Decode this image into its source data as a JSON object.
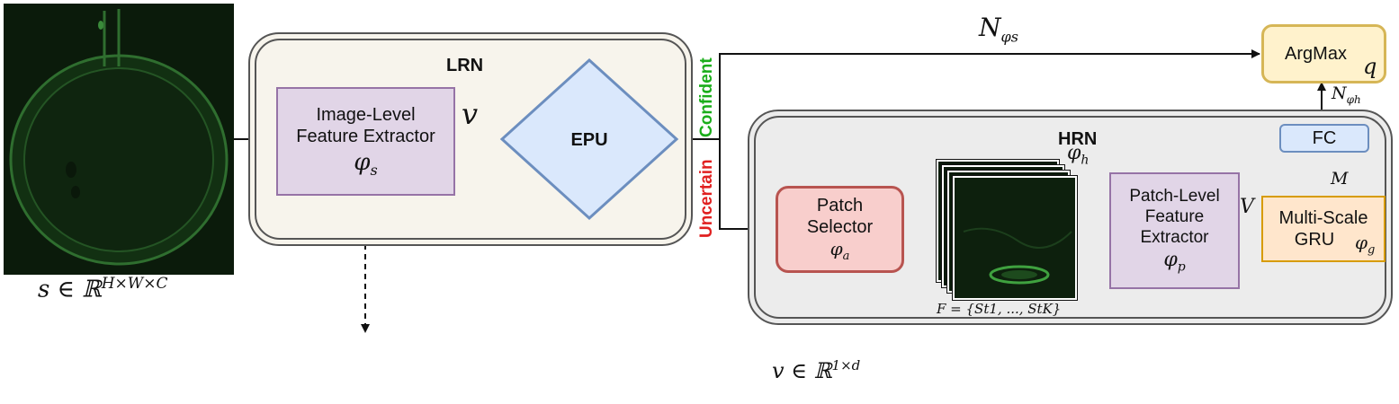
{
  "input": {
    "label": "s ∈ ℝH×W×C",
    "label_parts": {
      "base": "s ∈ ℝ",
      "sup": "H×W×C"
    }
  },
  "lrn": {
    "title": "LRN",
    "extractor": {
      "line1": "Image-Level",
      "line2": "Feature Extractor",
      "symbol": "φs",
      "symbol_base": "φ",
      "symbol_sub": "s"
    },
    "feature_symbol": "v",
    "epu": {
      "label": "EPU"
    }
  },
  "routes": {
    "confident": "Confident",
    "uncertain": "Uncertain"
  },
  "hrn": {
    "title": "HRN",
    "patch_selector": {
      "line1": "Patch",
      "line2": "Selector",
      "symbol": "φa",
      "symbol_base": "φ",
      "symbol_sub": "a"
    },
    "stack_symbol": "φh",
    "stack_symbol_base": "φ",
    "stack_symbol_sub": "h",
    "patch_set": "F = {St1, ..., StK}",
    "patch_extractor": {
      "line1": "Patch-Level",
      "line2": "Feature",
      "line3": "Extractor",
      "symbol": "φp",
      "symbol_base": "φ",
      "symbol_sub": "p"
    },
    "patch_feature_symbol": "V",
    "gru": {
      "line1": "Multi-Scale",
      "line2": "GRU",
      "symbol": "φg",
      "symbol_base": "φ",
      "symbol_sub": "g"
    },
    "m_symbol": "M",
    "fc": {
      "label": "FC"
    }
  },
  "output": {
    "argmax_label": "ArgMax",
    "q_symbol": "q",
    "top_arrow_label": "Nφs",
    "top_arrow_base": "N",
    "top_arrow_sub": "φs",
    "fc_arrow_label": "Nφh",
    "fc_arrow_base": "N",
    "fc_arrow_sub": "φh"
  },
  "bottom_label": "v ∈ ℝ1×d",
  "bottom_label_parts": {
    "base": "v ∈ ℝ",
    "sup": "1×d"
  },
  "colors": {
    "lrn_fill": "#f7f4ec",
    "hrn_fill": "#ececec",
    "extractor_fill": "#e1d5e7",
    "extractor_border": "#9673a6",
    "epu_fill": "#dae8fc",
    "epu_border": "#6c8ebf",
    "selector_fill": "#f8cecc",
    "selector_border": "#b85450",
    "gru_fill": "#ffe6cc",
    "gru_border": "#d79b00",
    "argmax_fill": "#fff2cc",
    "argmax_border": "#d6b656",
    "confident": "#1aad1a",
    "uncertain": "#e02020"
  }
}
